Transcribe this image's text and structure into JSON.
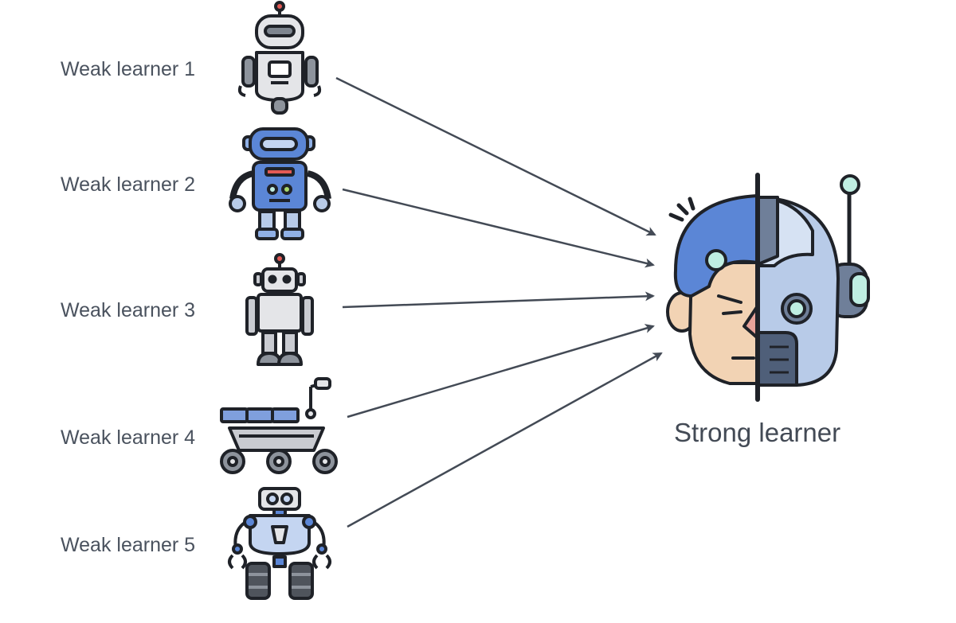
{
  "diagram": {
    "weak_learners": [
      {
        "label": "Weak learner 1",
        "icon": "robot-icon"
      },
      {
        "label": "Weak learner 2",
        "icon": "robot-icon"
      },
      {
        "label": "Weak learner 3",
        "icon": "robot-icon"
      },
      {
        "label": "Weak learner 4",
        "icon": "rover-robot-icon"
      },
      {
        "label": "Weak learner 5",
        "icon": "robot-icon"
      }
    ],
    "strong_learner": {
      "label": "Strong learner",
      "icon": "half-human-half-robot-head-icon"
    },
    "colors": {
      "text": "#4a525e",
      "arrow": "#434a55",
      "outline": "#1f2228",
      "blue": "#5b86d6",
      "light_blue": "#b8cbe8",
      "grey": "#c9cbd1",
      "skin": "#f2d3b4",
      "mint": "#bfeee2",
      "red": "#e35a55"
    }
  }
}
